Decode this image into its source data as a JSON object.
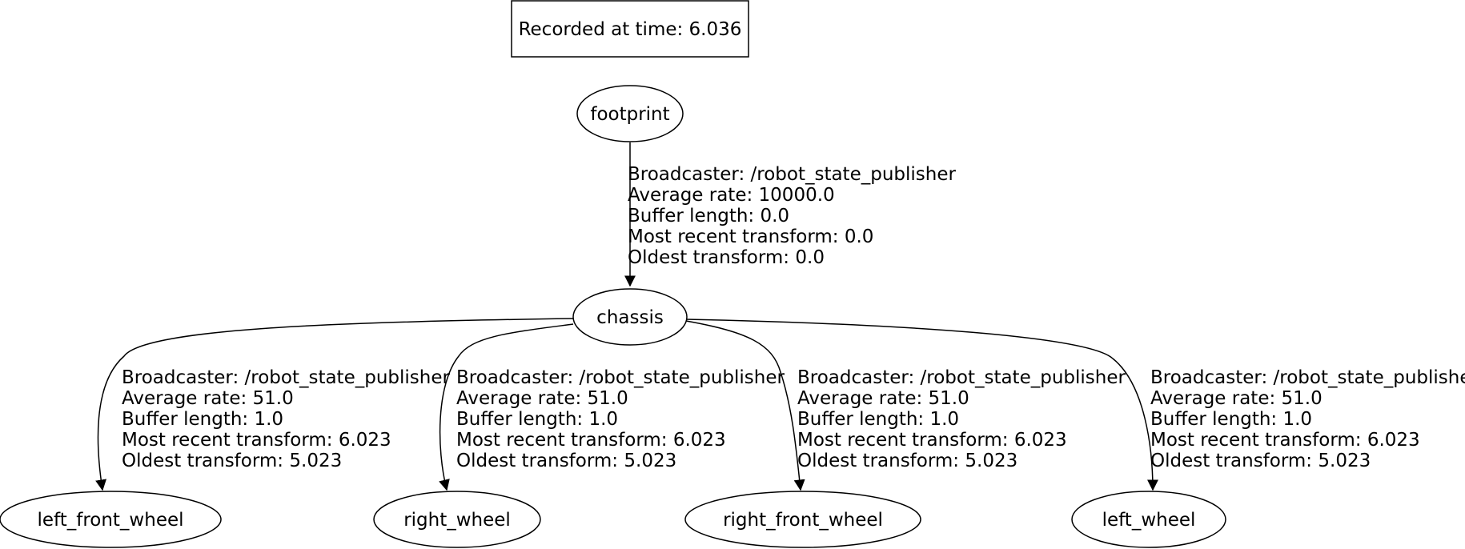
{
  "header": {
    "recorded_label": "Recorded at time: 6.036"
  },
  "nodes": {
    "footprint": "footprint",
    "chassis": "chassis",
    "left_front_wheel": "left_front_wheel",
    "right_wheel": "right_wheel",
    "right_front_wheel": "right_front_wheel",
    "left_wheel": "left_wheel"
  },
  "edges": [
    {
      "from": "footprint",
      "to": "chassis",
      "broadcaster": "Broadcaster: /robot_state_publisher",
      "rate": "Average rate: 10000.0",
      "buffer": "Buffer length: 0.0",
      "recent": "Most recent transform: 0.0",
      "oldest": "Oldest transform: 0.0"
    },
    {
      "from": "chassis",
      "to": "left_front_wheel",
      "broadcaster": "Broadcaster: /robot_state_publisher",
      "rate": "Average rate: 51.0",
      "buffer": "Buffer length: 1.0",
      "recent": "Most recent transform: 6.023",
      "oldest": "Oldest transform: 5.023"
    },
    {
      "from": "chassis",
      "to": "right_wheel",
      "broadcaster": "Broadcaster: /robot_state_publisher",
      "rate": "Average rate: 51.0",
      "buffer": "Buffer length: 1.0",
      "recent": "Most recent transform: 6.023",
      "oldest": "Oldest transform: 5.023"
    },
    {
      "from": "chassis",
      "to": "right_front_wheel",
      "broadcaster": "Broadcaster: /robot_state_publisher",
      "rate": "Average rate: 51.0",
      "buffer": "Buffer length: 1.0",
      "recent": "Most recent transform: 6.023",
      "oldest": "Oldest transform: 5.023"
    },
    {
      "from": "chassis",
      "to": "left_wheel",
      "broadcaster": "Broadcaster: /robot_state_publisher",
      "rate": "Average rate: 51.0",
      "buffer": "Buffer length: 1.0",
      "recent": "Most recent transform: 6.023",
      "oldest": "Oldest transform: 5.023"
    }
  ]
}
